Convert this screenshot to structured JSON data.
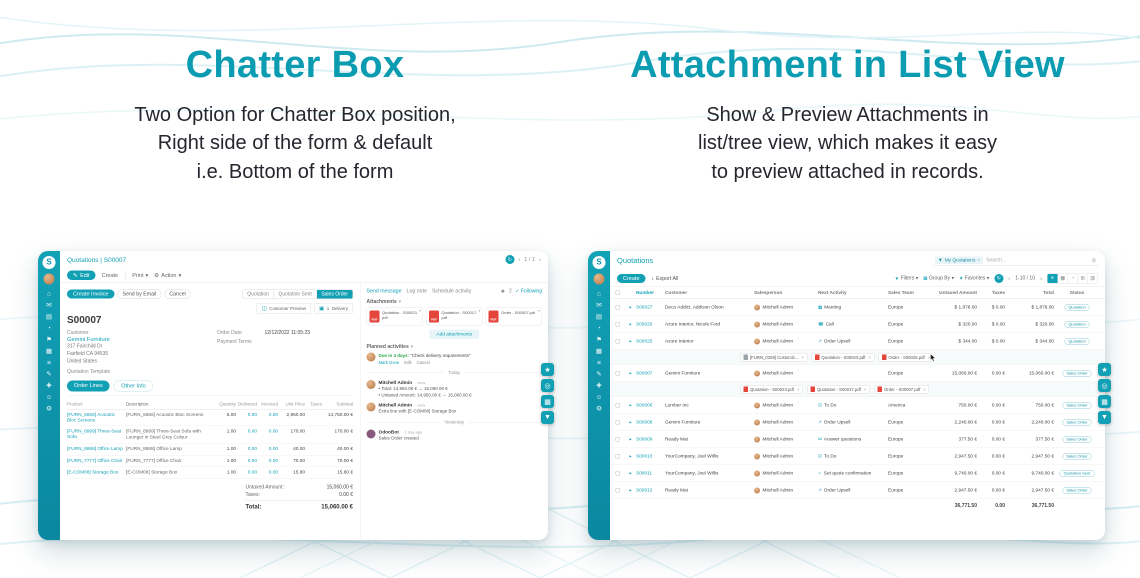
{
  "hero": {
    "left_title": "Chatter Box",
    "left_line1": "Two Option for Chatter Box position,",
    "left_line2": "Right side of the form & default",
    "left_line3": "i.e. Bottom of the form",
    "right_title": "Attachment in List View",
    "right_line1": "Show & Preview Attachments in",
    "right_line2": "list/tree view, which makes it easy",
    "right_line3": "to preview attached in records."
  },
  "colors": {
    "teal": "#12a0b4",
    "heading_teal": "#0c9cb2",
    "pdf_red": "#e5463c",
    "badge_teal": "#1396aa"
  },
  "logo_letter": "S",
  "glyphs": {
    "edit": "✎",
    "gear": "⚙",
    "caret": "▾",
    "refresh": "↻",
    "prev": "‹",
    "next": "›",
    "star": "★",
    "search": "◎",
    "mail": "✉",
    "clock": "◔",
    "check": "✓",
    "person": "☻",
    "download": "↓",
    "grid": "▦",
    "attach": "▸",
    "x": "×",
    "funnel": "▼",
    "delivery": "▣",
    "preview": "◫",
    "pin": "⚑"
  },
  "sidebar_icons": [
    "⌂",
    "✉",
    "▤",
    "◔",
    "⚑",
    "▦",
    "≡",
    "✎",
    "✚",
    "☺",
    "⚙"
  ],
  "side_tools": [
    "★",
    "◎",
    "▦",
    "▼"
  ],
  "view_icons": [
    "≡",
    "▦",
    "◔",
    "⊞",
    "▥"
  ],
  "form": {
    "breadcrumb": "Quotations | S00007",
    "pager": "1 / 1",
    "edit": "Edit",
    "create": "Create",
    "print": "Print",
    "action": "Action",
    "create_invoice": "Create Invoice",
    "send_email": "Send by Email",
    "cancel": "Cancel",
    "statusbar": [
      "Quotation",
      "Quotation Sent",
      "Sales Order"
    ],
    "smart_preview": "Customer Preview",
    "smart_delivery_count": "1",
    "smart_delivery": "Delivery",
    "name": "S00007",
    "customer_label": "Customer",
    "customer_name": "Gemini Furniture",
    "customer_addr1": "317 Fairchild Dr",
    "customer_addr2": "Fairfield CA 94535",
    "customer_addr3": "United States",
    "order_date_label": "Order Date",
    "order_date": "12/12/2022 11:05:23",
    "payment_terms_label": "Payment Terms",
    "payment_terms": "",
    "template_label": "Quotation Template",
    "tab_lines": "Order Lines",
    "tab_other": "Other Info",
    "cols": [
      "Product",
      "Description",
      "Quantity",
      "Delivered",
      "Invoiced",
      "Unit Price",
      "Taxes",
      "Subtotal"
    ],
    "lines": [
      {
        "product": "[FURN_6666] Acoustic Bloc Screens",
        "desc": "[FURN_6666] Acoustic Bloc Screens",
        "qty": "5.00",
        "delivered": "0.00",
        "invoiced": "0.00",
        "price": "2,950.00",
        "taxes": "",
        "subtotal": "14,750.00 €"
      },
      {
        "product": "[FURN_8999] Three-Seat Sofa",
        "desc": "[FURN_8999] Three-Seat Sofa with Lounger in Steel Grey Colour",
        "qty": "1.00",
        "delivered": "0.00",
        "invoiced": "0.00",
        "price": "170.00",
        "taxes": "",
        "subtotal": "170.00 €"
      },
      {
        "product": "[FURN_8888] Office Lamp",
        "desc": "[FURN_8888] Office Lamp",
        "qty": "1.00",
        "delivered": "0.00",
        "invoiced": "0.00",
        "price": "40.00",
        "taxes": "",
        "subtotal": "40.00 €"
      },
      {
        "product": "[FURN_7777] Office Chair",
        "desc": "[FURN_7777] Office Chair",
        "qty": "1.00",
        "delivered": "0.00",
        "invoiced": "0.00",
        "price": "70.00",
        "taxes": "",
        "subtotal": "70.00 €"
      },
      {
        "product": "[E-COM08] Storage Box",
        "desc": "[E-COM08] Storage Box",
        "qty": "1.00",
        "delivered": "0.00",
        "invoiced": "0.00",
        "price": "15.80",
        "taxes": "",
        "subtotal": "15.80 €"
      }
    ],
    "untaxed_label": "Untaxed Amount:",
    "untaxed": "15,060.00 €",
    "taxes_label": "Taxes:",
    "taxes": "0.00 €",
    "total_label": "Total:",
    "total": "15,060.00 €"
  },
  "chatter": {
    "send": "Send message",
    "log": "Log note",
    "schedule": "Schedule activity",
    "followers": "2",
    "following": "Following",
    "attachments_title": "Attachments",
    "files": [
      {
        "name": "Quotation - S00023.pdf",
        "ext": "PDF"
      },
      {
        "name": "Quotation - S00017.pdf",
        "ext": "PDF"
      },
      {
        "name": "Order - S00007.pdf",
        "ext": "PDF"
      }
    ],
    "add": "Add attachments",
    "planned": "Planned activities",
    "due": "Due in 4 days:",
    "activity": "\"Check delivery requirements\"",
    "mark_done": "Mark Done",
    "edit": "Edit",
    "cancel": "Cancel",
    "today": "Today",
    "yesterday": "Yesterday",
    "msg1_author": "Mitchell Admin",
    "msg1_time": "- now",
    "msg1_line1": "• Total: 14,950.00 € → 15,060.00 €",
    "msg1_line2": "• Untaxed Amount: 14,950.00 € → 15,060.00 €",
    "msg2_author": "Mitchell Admin",
    "msg2_time": "- now",
    "msg2_line1": "Extra line with [E-COM08] Storage Box",
    "msg3_author": "OdooBot",
    "msg3_time": "- 1 day ago",
    "msg3_line1": "Sales Order created"
  },
  "list": {
    "title": "Quotations",
    "facet": "My Quotations",
    "search_placeholder": "Search...",
    "create": "Create",
    "export_all": "Export All",
    "filters": "Filters",
    "group_by": "Group By",
    "favorites": "Favorites",
    "pager": "1-10 / 10",
    "cols": [
      "Number",
      "Customer",
      "Salesperson",
      "Next Activity",
      "Sales Team",
      "Untaxed Amount",
      "Taxes",
      "Total",
      "Status"
    ],
    "rows_a": [
      {
        "num": "S00027",
        "customer": "Deco Addict, Addison Olson",
        "sp": "Mitchell Admin",
        "act_icon": "▦",
        "act": "Meeting",
        "team": "Europe",
        "untaxed": "$ 1,878.00",
        "taxes": "$ 0.00",
        "total": "$ 1,878.00",
        "status": "Quotation"
      },
      {
        "num": "S00026",
        "customer": "Azure Interior, Nicole Ford",
        "sp": "Mitchell Admin",
        "act_icon": "☎",
        "act": "Call",
        "team": "Europe",
        "untaxed": "$ 320.00",
        "taxes": "$ 0.00",
        "total": "$ 320.00",
        "status": "Quotation"
      },
      {
        "num": "S00025",
        "customer": "Azure Interior",
        "sp": "Mitchell Admin",
        "act_icon": "↗",
        "act": "Order Upsell",
        "team": "Europe",
        "untaxed": "$ 344.00",
        "taxes": "$ 0.00",
        "total": "$ 344.00",
        "status": "Quotation"
      }
    ],
    "attach_a": [
      {
        "label": "[FURN_0269] Customiz...",
        "kind": "img"
      },
      {
        "label": "Quotation - S00023.pdf",
        "kind": "pdf"
      },
      {
        "label": "Order - S00025.pdf",
        "kind": "pdf"
      }
    ],
    "rows_b": [
      {
        "num": "S00007",
        "customer": "Gemini Furniture",
        "sp": "Mitchell Admin",
        "act_icon": "",
        "act": "",
        "team": "Europe",
        "untaxed": "15,060.00 €",
        "taxes": "0.00 €",
        "total": "15,060.00 €",
        "status": "Sales Order"
      }
    ],
    "attach_b": [
      {
        "label": "Quotation - S00023.pdf",
        "kind": "pdf"
      },
      {
        "label": "Quotation - S00017.pdf",
        "kind": "pdf"
      },
      {
        "label": "Order - S00007.pdf",
        "kind": "pdf"
      }
    ],
    "rows_c": [
      {
        "num": "S00006",
        "customer": "Lumber Inc",
        "sp": "Mitchell Admin",
        "act_icon": "☑",
        "act": "To Do",
        "team": "America",
        "untaxed": "750.00 €",
        "taxes": "0.00 €",
        "total": "750.00 €",
        "status": "Sales Order"
      },
      {
        "num": "S00008",
        "customer": "Gemini Furniture",
        "sp": "Mitchell Admin",
        "act_icon": "↗",
        "act": "Order Upsell",
        "team": "Europe",
        "untaxed": "2,240.00 €",
        "taxes": "0.00 €",
        "total": "2,240.00 €",
        "status": "Sales Order"
      },
      {
        "num": "S00009",
        "customer": "Ready Mat",
        "sp": "Mitchell Admin",
        "act_icon": "✉",
        "act": "Answer questions",
        "team": "Europe",
        "untaxed": "377.50 €",
        "taxes": "0.00 €",
        "total": "377.50 €",
        "status": "Sales Order"
      },
      {
        "num": "S00010",
        "customer": "YourCompany, Joel Willis",
        "sp": "Mitchell Admin",
        "act_icon": "☑",
        "act": "To Do",
        "team": "Europe",
        "untaxed": "2,947.50 €",
        "taxes": "0.00 €",
        "total": "2,947.50 €",
        "status": "Sales Order"
      },
      {
        "num": "S00011",
        "customer": "YourCompany, Joel Willis",
        "sp": "Mitchell Admin",
        "act_icon": "✓",
        "act": "Set quote confirmation",
        "team": "Europe",
        "untaxed": "9,740.00 €",
        "taxes": "0.00 €",
        "total": "9,740.00 €",
        "status": "Quotation Sent"
      },
      {
        "num": "S00012",
        "customer": "Ready Mat",
        "sp": "Mitchell Admin",
        "act_icon": "↗",
        "act": "Order Upsell",
        "team": "Europe",
        "untaxed": "2,947.50 €",
        "taxes": "0.00 €",
        "total": "2,947.50 €",
        "status": "Sales Order"
      }
    ],
    "footer_untaxed": "36,771.50",
    "footer_taxes": "0.00",
    "footer_total": "36,771.50"
  }
}
